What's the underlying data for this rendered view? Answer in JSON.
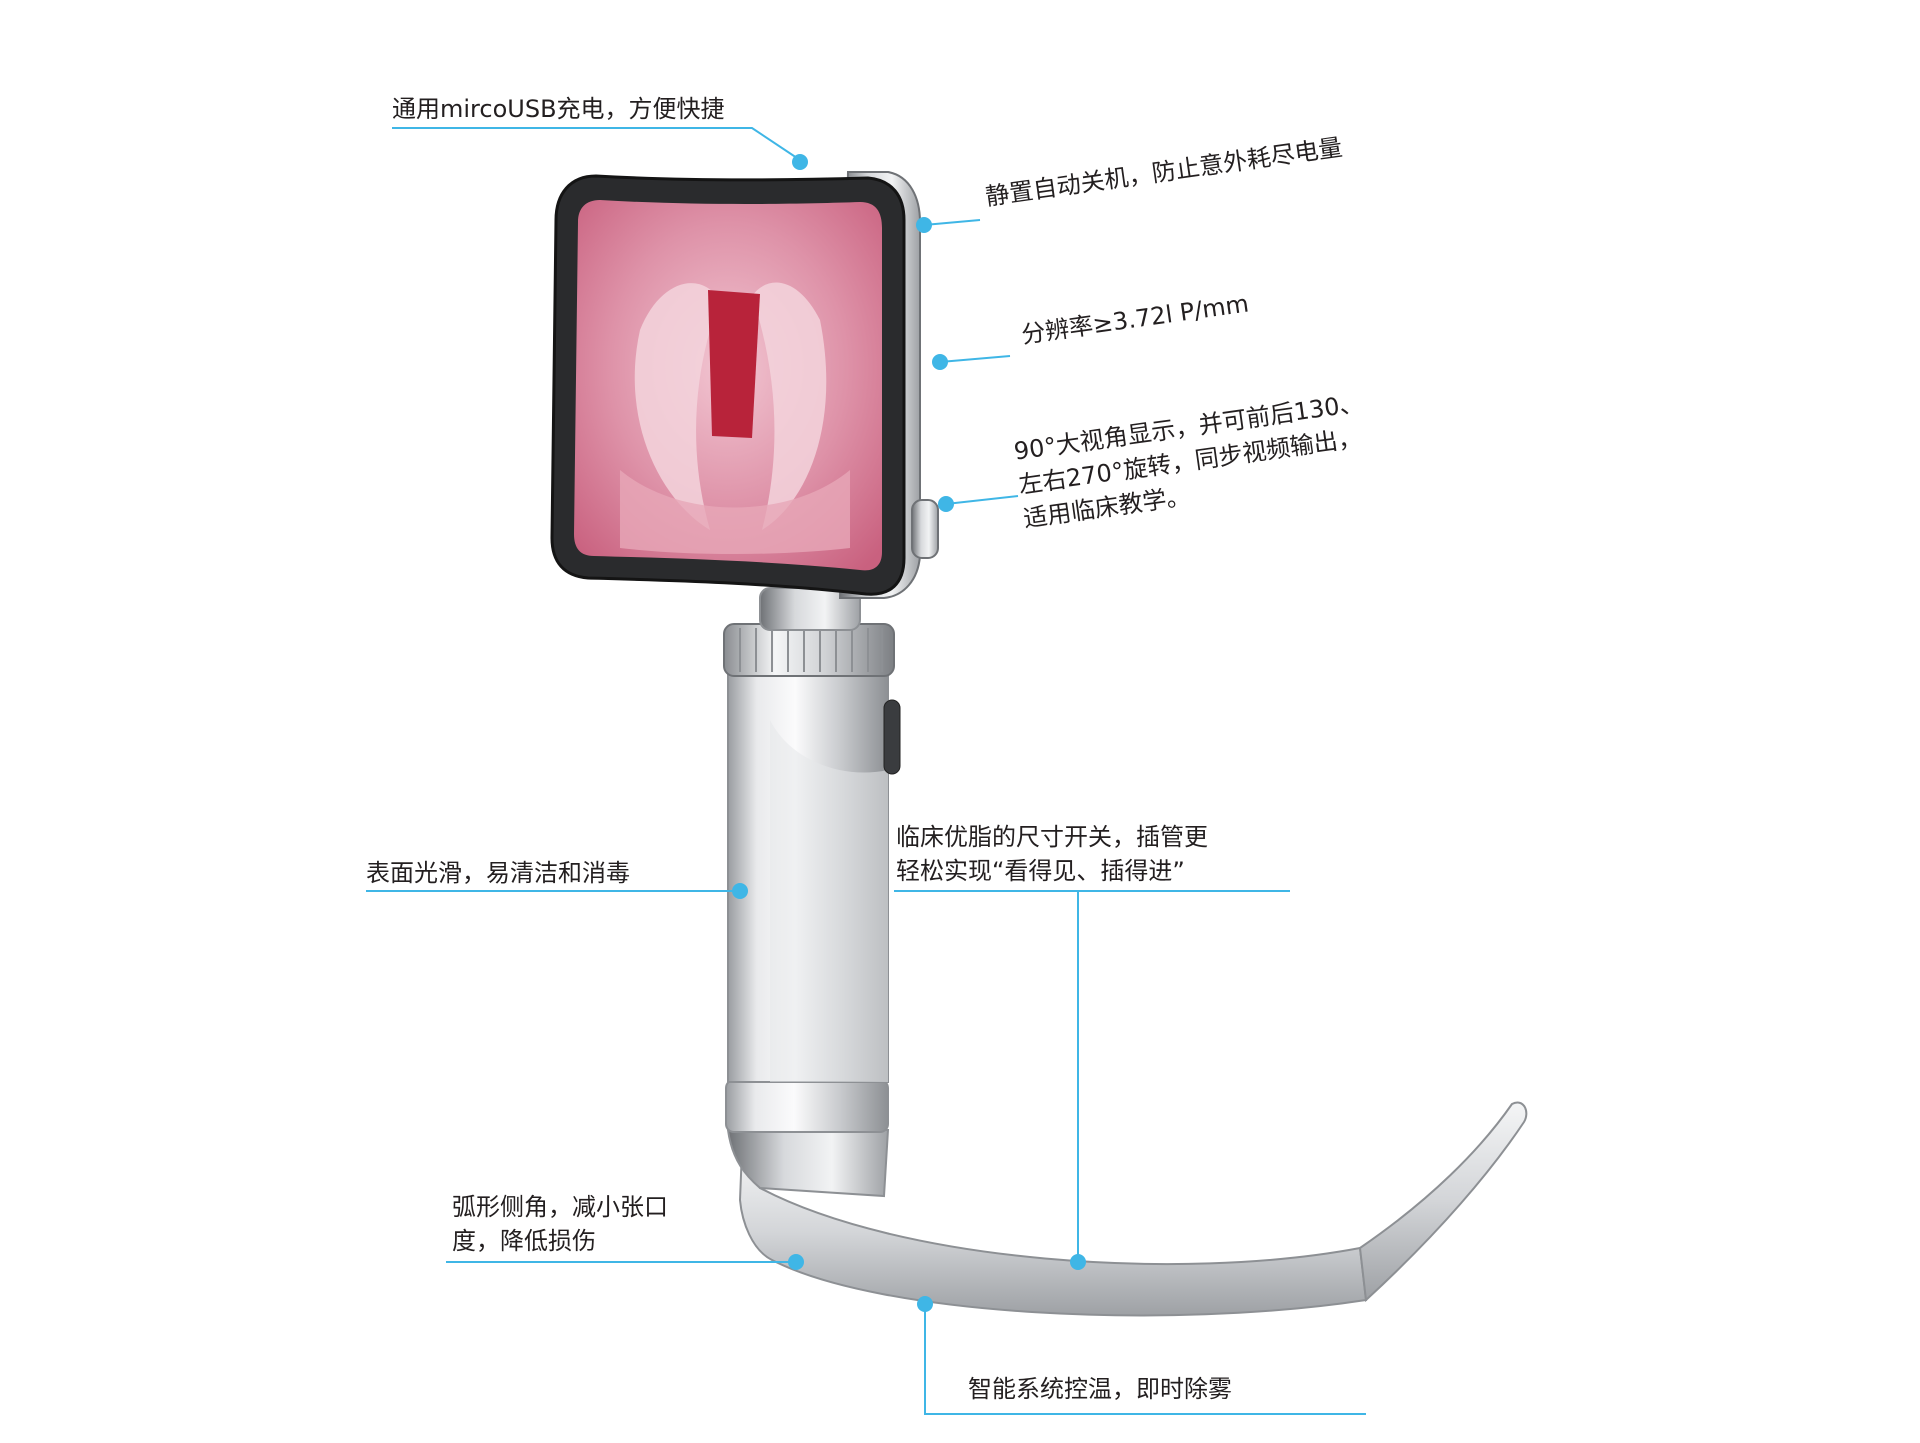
{
  "colors": {
    "leader": "#3fb6e6",
    "text": "#231f20",
    "metal_light": "#f4f5f6",
    "metal_dark": "#8d9094",
    "screen_frame": "#2a2b2d",
    "screen_image": "#d9899f"
  },
  "callouts": {
    "usb_charging": "通用mircoUSB充电，方便快捷",
    "auto_shutdown": "静置自动关机，防止意外耗尽电量",
    "resolution": "分辨率≥3.72l P/mm",
    "viewing_angle": [
      "90°大视角显示，并可前后130、",
      "左右270°旋转，同步视频输出，",
      "适用临床教学。"
    ],
    "surface": "表面光滑，易清洁和消毒",
    "ergonomic_switch": [
      "临床优脂的尺寸开关，插管更",
      "轻松实现“看得见、插得进”"
    ],
    "curved_blade": [
      "弧形侧角，减小张口",
      "度，降低损伤"
    ],
    "anti_fog": "智能系统控温，即时除雾"
  }
}
